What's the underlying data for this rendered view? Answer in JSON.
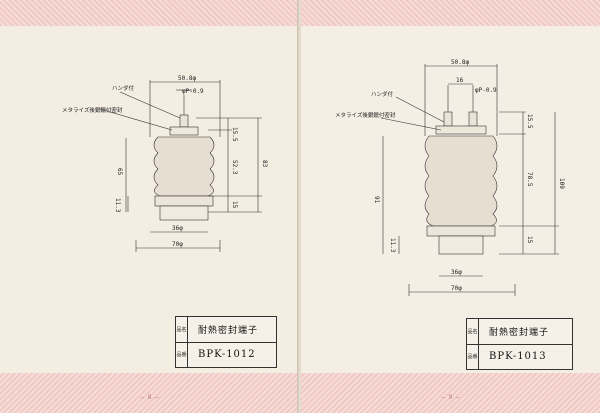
{
  "left_page": {
    "page_number": "— 8 —",
    "product_name_label": "品名",
    "product_name": "耐熱密封端子",
    "product_code_label": "品番",
    "product_code": "BPK-1012",
    "drawing": {
      "overall_dia": "50.8φ",
      "pin_spec": "φP-0.9",
      "note_solder": "ハンダ付",
      "note_metallize": "メタライズ後銀鑞付密封",
      "dims": [
        "15.5",
        "52.3",
        "15",
        "83",
        "65",
        "11.3",
        "36φ",
        "70φ"
      ]
    }
  },
  "right_page": {
    "page_number": "— 9 —",
    "product_name_label": "品名",
    "product_name": "耐熱密封端子",
    "product_code_label": "品番",
    "product_code": "BPK-1013",
    "drawing": {
      "overall_dia": "50.8φ",
      "pin_spacing": "16",
      "pin_spec": "φP-0.9",
      "note_solder": "ハンダ付",
      "note_metallize": "メタライズ後銀鑞付密封",
      "dims": [
        "15.5",
        "78.5",
        "15",
        "109",
        "91",
        "11.3",
        "36φ",
        "70φ"
      ]
    }
  }
}
